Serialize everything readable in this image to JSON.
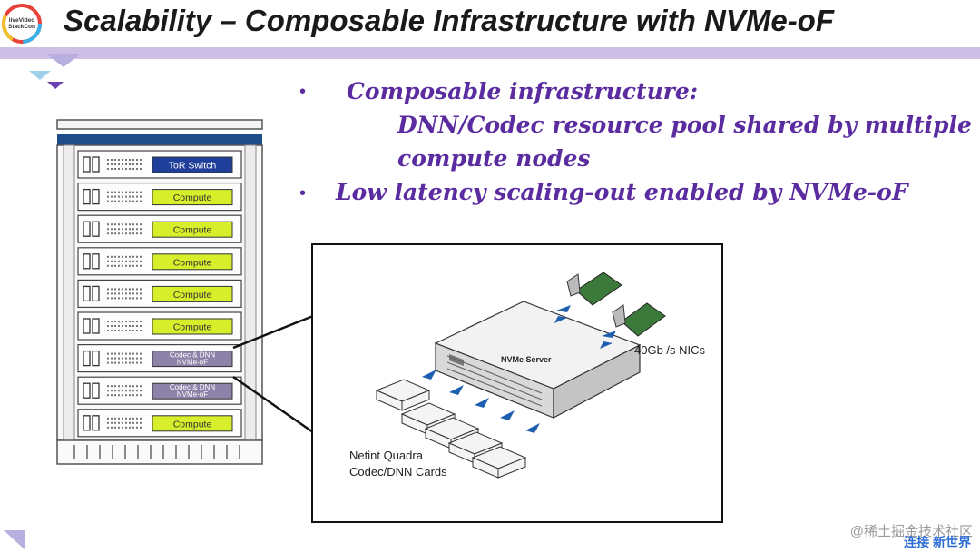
{
  "slide": {
    "title": "Scalability – Composable Infrastructure with NVMe-oF",
    "logo_text": "liveVideo StackCon",
    "bullets": [
      {
        "marker": "•",
        "text": "Composable infrastructure:"
      },
      {
        "marker": "",
        "text": "DNN/Codec resource pool shared by multiple"
      },
      {
        "marker": "",
        "text": "compute nodes"
      },
      {
        "marker": "•",
        "text": "Low latency scaling-out enabled by NVMe-oF"
      }
    ]
  },
  "rack": {
    "units": [
      {
        "label": "ToR Switch"
      },
      {
        "label": "Compute"
      },
      {
        "label": "Compute"
      },
      {
        "label": "Compute"
      },
      {
        "label": "Compute"
      },
      {
        "label": "Compute"
      },
      {
        "label": "Codec & DNN NVMe-oF"
      },
      {
        "label": "Codec & DNN NVMe-oF"
      },
      {
        "label": "Compute"
      }
    ]
  },
  "diagram": {
    "server_label": "NVMe Server",
    "nics_label": "40Gb /s NICs",
    "cards_label_line1": "Netint Quadra",
    "cards_label_line2": "Codec/DNN Cards"
  },
  "footer": {
    "watermark": "@稀土掘金技术社区",
    "brand": "连接 新世界"
  },
  "colors": {
    "bullet": "#5b2ca0",
    "title_bar": "#cdbfe6",
    "compute_fill": "#d6ef2a",
    "switch_fill": "#1f3f9a",
    "codec_fill": "#8d82a8"
  }
}
